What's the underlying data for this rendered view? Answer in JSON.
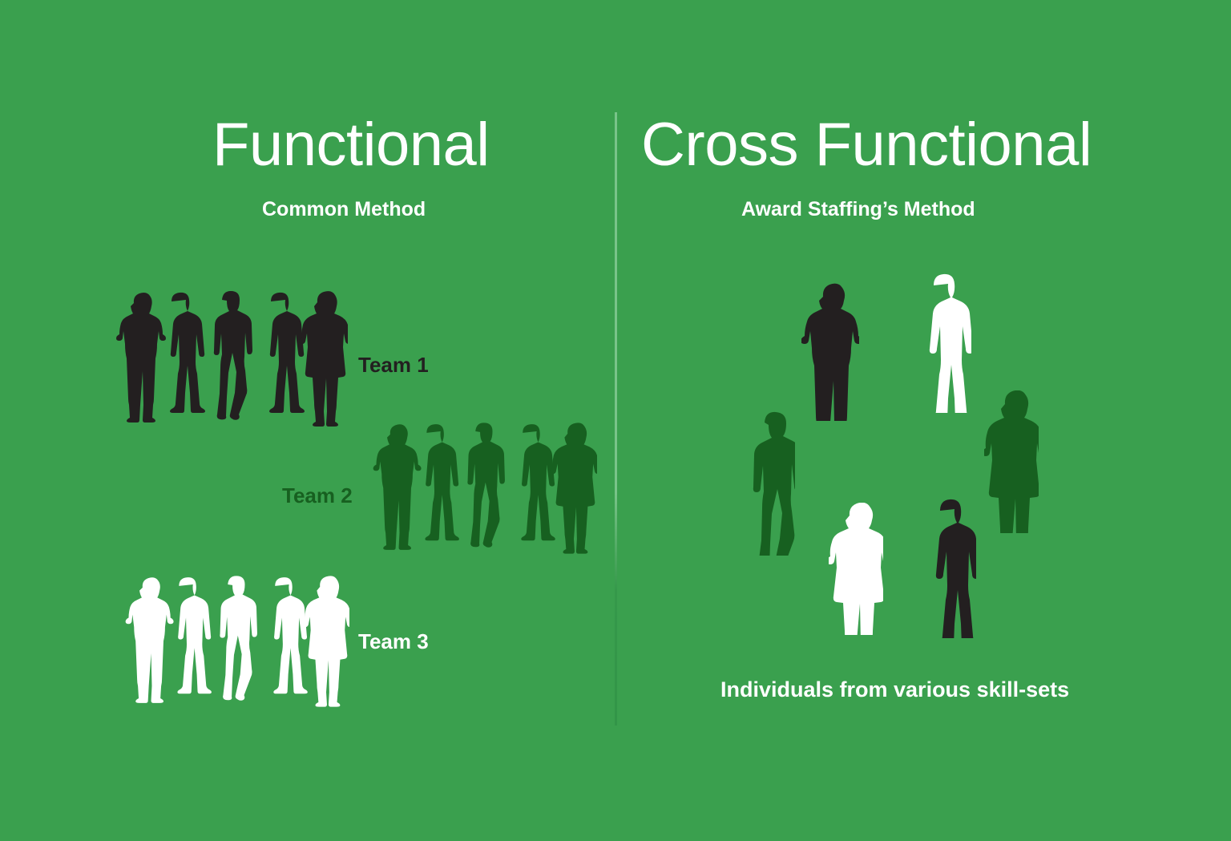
{
  "background_color": "#3AA04E",
  "colors": {
    "background": "#3AA04E",
    "dark": "#231F20",
    "dark_green": "#176020",
    "white": "#FFFFFF",
    "divider": "#79C489"
  },
  "left_panel": {
    "title": "Functional",
    "subtitle": "Common Method",
    "teams": [
      {
        "label": "Team 1",
        "color": "#231F20",
        "members": 5
      },
      {
        "label": "Team 2",
        "color": "#176020",
        "members": 5
      },
      {
        "label": "Team 3",
        "color": "#FFFFFF",
        "members": 5
      }
    ]
  },
  "right_panel": {
    "title": "Cross Functional",
    "subtitle": "Award Staffing’s Method",
    "caption": "Individuals from various skill-sets",
    "individuals": [
      {
        "name": "woman-dark",
        "color": "#231F20",
        "pose": "hands-on-hips"
      },
      {
        "name": "man-white",
        "color": "#FFFFFF",
        "pose": "standing"
      },
      {
        "name": "man-green",
        "color": "#176020",
        "pose": "walking"
      },
      {
        "name": "woman-green",
        "color": "#176020",
        "pose": "dress-hands-on-hips"
      },
      {
        "name": "woman-white",
        "color": "#FFFFFF",
        "pose": "dress-hands-on-hips"
      },
      {
        "name": "man-dark",
        "color": "#231F20",
        "pose": "hands-in-pockets"
      }
    ]
  }
}
